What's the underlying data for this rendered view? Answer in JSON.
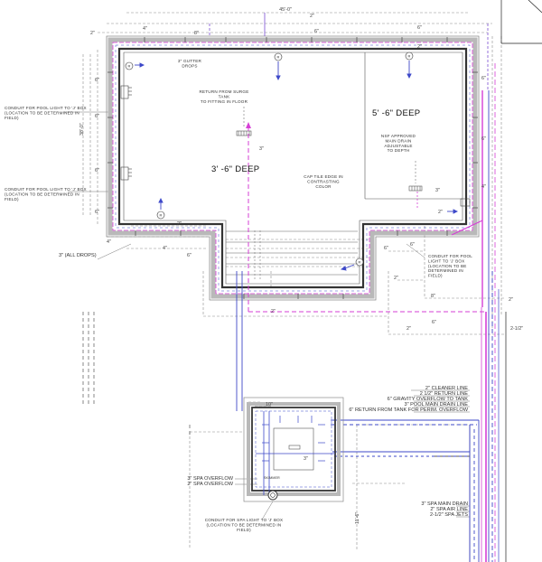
{
  "colors": {
    "wall": "#444444",
    "coping": "#b9b9b9",
    "pink": "#d63fd6",
    "blue": "#3d48c9",
    "purple": "#7a4fd3",
    "dim": "#8a8a8a"
  },
  "pool": {
    "shallow_label": "3' -6\" DEEP",
    "deep_label": "5' -6\" DEEP",
    "gutter_drops": "3\" GUTTER\nDROPS",
    "return_surge": "RETURN FROM SURGE\nTANK\nTO FITTING IN FLOOR",
    "nsf_drain": "NSF APPROVED\nMAIN DRAIN\nADJUSTABLE\nTO DEPTH",
    "cap_tile": "CAP TILE EDGE IN\nCONTRASTING\nCOLOR"
  },
  "conduit_notes": {
    "left_top": "CONDUIT FOR POOL LIGHT TO 'J' BOX\n(LOCATION TO BE DETERMINED IN\nFIELD)",
    "left_mid": "CONDUIT FOR POOL LIGHT TO 'J' BOX\n(LOCATION TO BE DETERMINED IN\nFIELD)",
    "right": "CONDUIT FOR POOL\nLIGHT TO 'J' BOX\n(LOCATION TO BE\nDETERMINED IN\nFIELD)",
    "spa": "CONDUIT FOR SPA LIGHT TO 'J' BOX\n(LOCATION TO BE DETERMINED IN\nFIELD)"
  },
  "drops_label": "3\" (ALL DROPS)",
  "legend_pool": [
    "2\" CLEANER LINE",
    "2 1/2\" RETURN LINE",
    "6\" GRAVITY OVERFLOW TO TANK",
    "3\" POOL MAIN DRAIN LINE",
    "6\" RETURN FROM TANK FOR PERIM. OVERFLOW"
  ],
  "legend_spa": [
    "3\" SPA MAIN DRAIN",
    "2\" SPA AIR LINE",
    "2-1/2\" SPA JETS"
  ],
  "spa": {
    "overflow1": "3\" SPA OVERFLOW",
    "overflow2": "2\" SPA OVERFLOW",
    "skimmer": "SKIMMER"
  },
  "dims": {
    "top": "45'-0\"",
    "d2a": "2\"",
    "d2b": "2\"",
    "d4a": "4\"",
    "d8": "8\"",
    "d6a": "6\"",
    "d6b": "6\"",
    "d6c": "6\"",
    "d3a": "3\"",
    "d2c": "2\"",
    "d2d": "2\"",
    "d2e": "2\"",
    "d212": "2-1/2\"",
    "d6d": "6\"",
    "d6e": "6\"",
    "d6f": "6\"",
    "d6g": "6\"",
    "d4b": "4\"",
    "d4c": "4\"",
    "d4d": "4\"",
    "d2f": "2\"",
    "d2g": "2\"",
    "d8b": "8\"",
    "d6h": "6\"",
    "d3b": "3\"",
    "d6i": "6\"",
    "d2h": "2\"",
    "d6j": "6\"",
    "d10": "10\"",
    "d6k": "6\"",
    "d2i": "2\"",
    "d6l": "6\"",
    "d11": "11'-6\"",
    "d3c": "3\"",
    "side": "38'-0\""
  }
}
